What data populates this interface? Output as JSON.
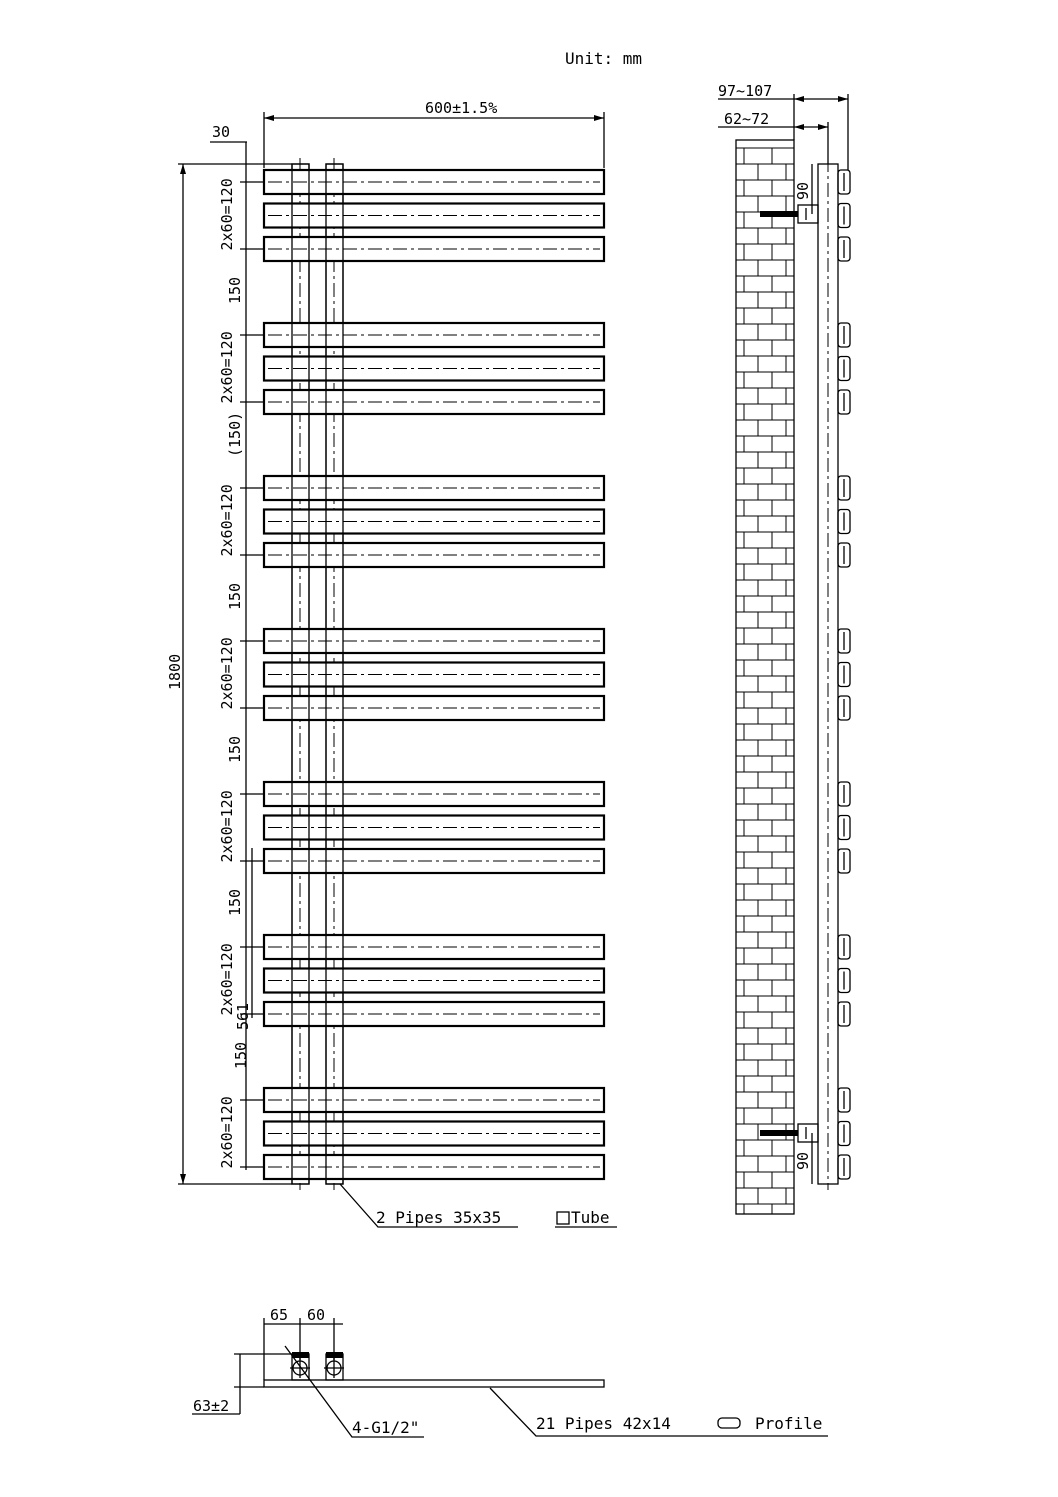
{
  "unit_label": "Unit: mm",
  "front_view": {
    "width_label": "600±1.5%",
    "offset_label": "30",
    "height_label": "1800",
    "group_labels": [
      "2x60=120",
      "2x60=120",
      "2x60=120",
      "2x60=120",
      "2x60=120",
      "2x60=120",
      "2x60=120"
    ],
    "gap_labels": [
      "150",
      "(150)",
      "150",
      "150",
      "150",
      "150"
    ],
    "extra_label": "561",
    "pipe_label": "2 Pipes 35x35",
    "pipe_shape_label": "Tube",
    "bar_count": 21
  },
  "side_view": {
    "depth_outer_label": "97~107",
    "depth_inner_label": "62~72",
    "bracket_top_label": "90",
    "bracket_bottom_label": "90"
  },
  "bottom_view": {
    "dim_left_label": "65",
    "dim_right_label": "60",
    "height_label": "63±2",
    "valve_label": "4-G1/2\"",
    "bars_label": "21 Pipes 42x14",
    "bar_shape_label": "Profile"
  }
}
